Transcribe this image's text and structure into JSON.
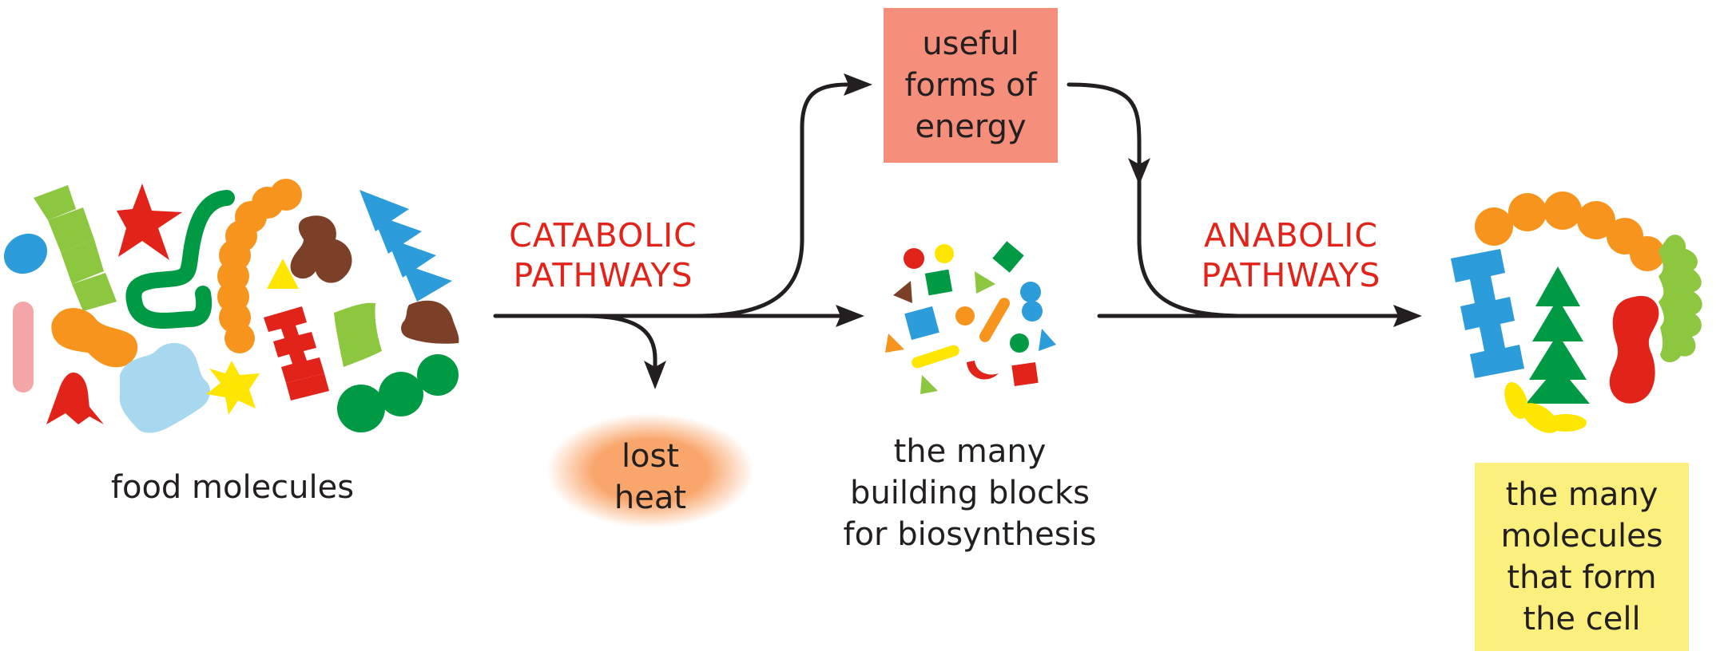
{
  "labels": {
    "food": "food molecules",
    "catabolic": "CATABOLIC\nPATHWAYS",
    "anabolic": "ANABOLIC\nPATHWAYS",
    "energy": "useful\nforms of\nenergy",
    "heat": "lost\nheat",
    "blocks": "the many\nbuilding blocks\nfor biosynthesis",
    "cell": "the many\nmolecules\nthat form\nthe cell"
  },
  "colors": {
    "red": "#e2231a",
    "green": "#009a44",
    "light_green": "#8dc63f",
    "blue": "#2d9cdb",
    "light_blue": "#a7d8f0",
    "orange": "#f7941d",
    "brown": "#7b4027",
    "yellow": "#ffe600",
    "pink": "#f4a6a6",
    "energy_box": "#f58f7c",
    "cell_box": "#fbef7d",
    "heat_glow": "#f9a66c",
    "label_red": "#e2231a"
  }
}
